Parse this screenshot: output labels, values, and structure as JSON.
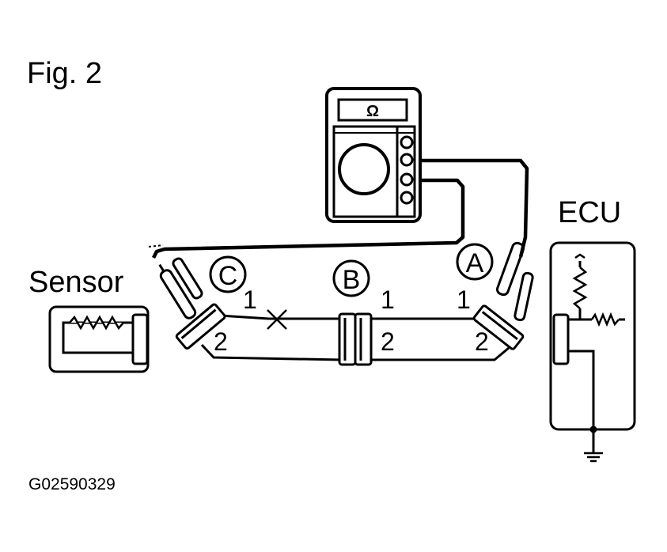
{
  "figure": {
    "title": "Fig. 2",
    "code": "G02590329"
  },
  "labels": {
    "sensor": "Sensor",
    "ecu": "ECU",
    "meter_display": "Ω"
  },
  "connectors": [
    {
      "id": "A",
      "pins": [
        "1",
        "2"
      ]
    },
    {
      "id": "B",
      "pins": [
        "1",
        "2"
      ]
    },
    {
      "id": "C",
      "pins": [
        "1",
        "2"
      ]
    }
  ]
}
